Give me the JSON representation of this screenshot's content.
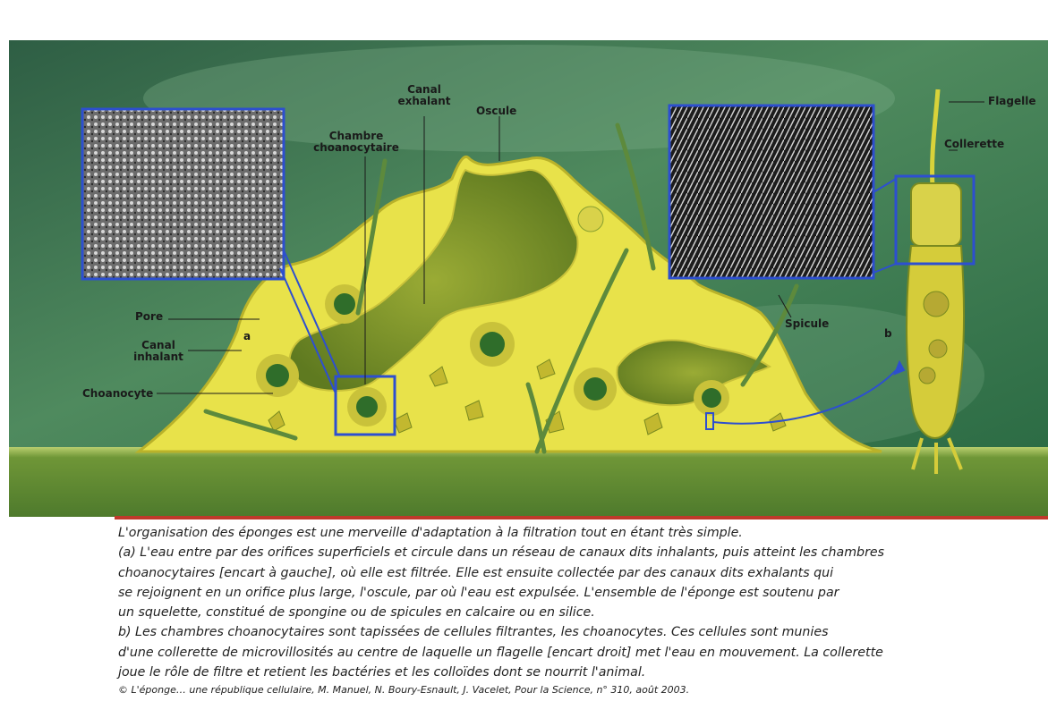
{
  "labels": {
    "canal_exhalant": "Canal\nexhalant",
    "oscule": "Oscule",
    "chambre": "Chambre\nchoanocytaire",
    "pore": "Pore",
    "a": "a",
    "canal_inhalant": "Canal\ninhalant",
    "choanocyte": "Choanocyte",
    "spicule": "Spicule",
    "b": "b",
    "flagelle": "Flagelle",
    "collerette": "Collerette"
  },
  "caption": {
    "line1": "L'organisation des éponges est une merveille d'adaptation à la filtration tout en étant très simple.",
    "line2": "(a) L'eau entre par des orifices superficiels et circule dans un réseau de canaux dits inhalants, puis atteint les chambres",
    "line3": "choanocytaires [encart à gauche], où elle est filtrée. Elle est ensuite collectée par des canaux dits exhalants qui",
    "line4": "se rejoignent en un orifice plus large, l'oscule, par où l'eau est expulsée. L'ensemble de l'éponge est soutenu par",
    "line5": "un squelette, constitué de spongine ou de spicules en calcaire ou en silice.",
    "line6": "b) Les chambres choanocytaires sont tapissées de cellules filtrantes, les choanocytes. Ces cellules sont munies",
    "line7": "d'une collerette de microvillosités au centre de laquelle un flagelle [encart droit] met l'eau en mouvement. La collerette",
    "line8": "joue le rôle de filtre et retient les bactéries et les colloïdes dont se nourrit l'animal.",
    "credit": "© L'éponge… une république cellulaire, M. Manuel, N. Boury-Esnault, J. Vacelet, Pour la Science, n° 310, août 2003."
  },
  "colors": {
    "background": "#2f6b45",
    "sponge_body": "#e8e24a",
    "canal": "#7a8e2a",
    "inset_border": "#2d4fd0",
    "substrate": "#5a7d2f",
    "caption_rule": "#c0392b"
  }
}
